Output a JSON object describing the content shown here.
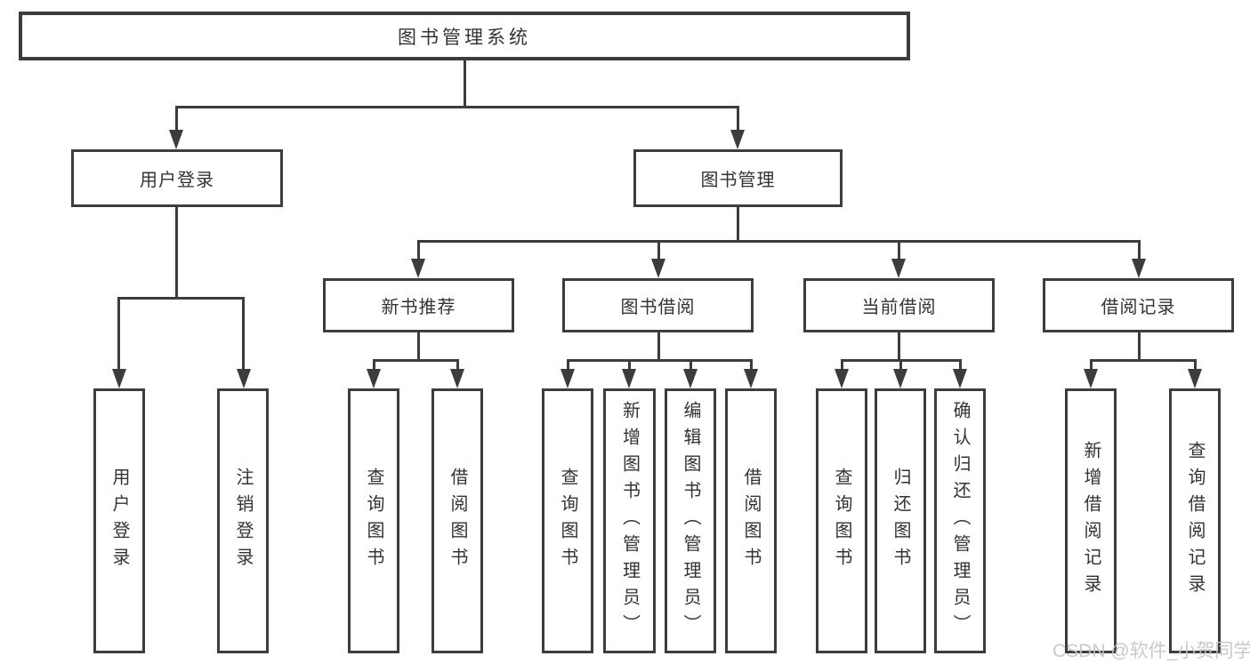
{
  "tree": {
    "root": {
      "label": "图书管理系统",
      "children": [
        {
          "label": "用户登录",
          "children": [
            {
              "label": "用户登录"
            },
            {
              "label": "注销登录"
            }
          ]
        },
        {
          "label": "图书管理",
          "children": [
            {
              "label": "新书推荐",
              "children": [
                {
                  "label": "查询图书"
                },
                {
                  "label": "借阅图书"
                }
              ]
            },
            {
              "label": "图书借阅",
              "children": [
                {
                  "label": "查询图书"
                },
                {
                  "label": "新增图书（管理员）"
                },
                {
                  "label": "编辑图书（管理员）"
                },
                {
                  "label": "借阅图书"
                }
              ]
            },
            {
              "label": "当前借阅",
              "children": [
                {
                  "label": "查询图书"
                },
                {
                  "label": "归还图书"
                },
                {
                  "label": "确认归还（管理员）"
                }
              ]
            },
            {
              "label": "借阅记录",
              "children": [
                {
                  "label": "新增借阅记录"
                },
                {
                  "label": "查询借阅记录"
                }
              ]
            }
          ]
        }
      ]
    }
  },
  "watermark": {
    "text": "CSDN @软件_小贺同学"
  },
  "colors": {
    "background": "#ffffff",
    "line": "#3c3c3c",
    "box_border": "#3d3d3d",
    "text": "#333333",
    "watermark": "#c5c5c5"
  }
}
